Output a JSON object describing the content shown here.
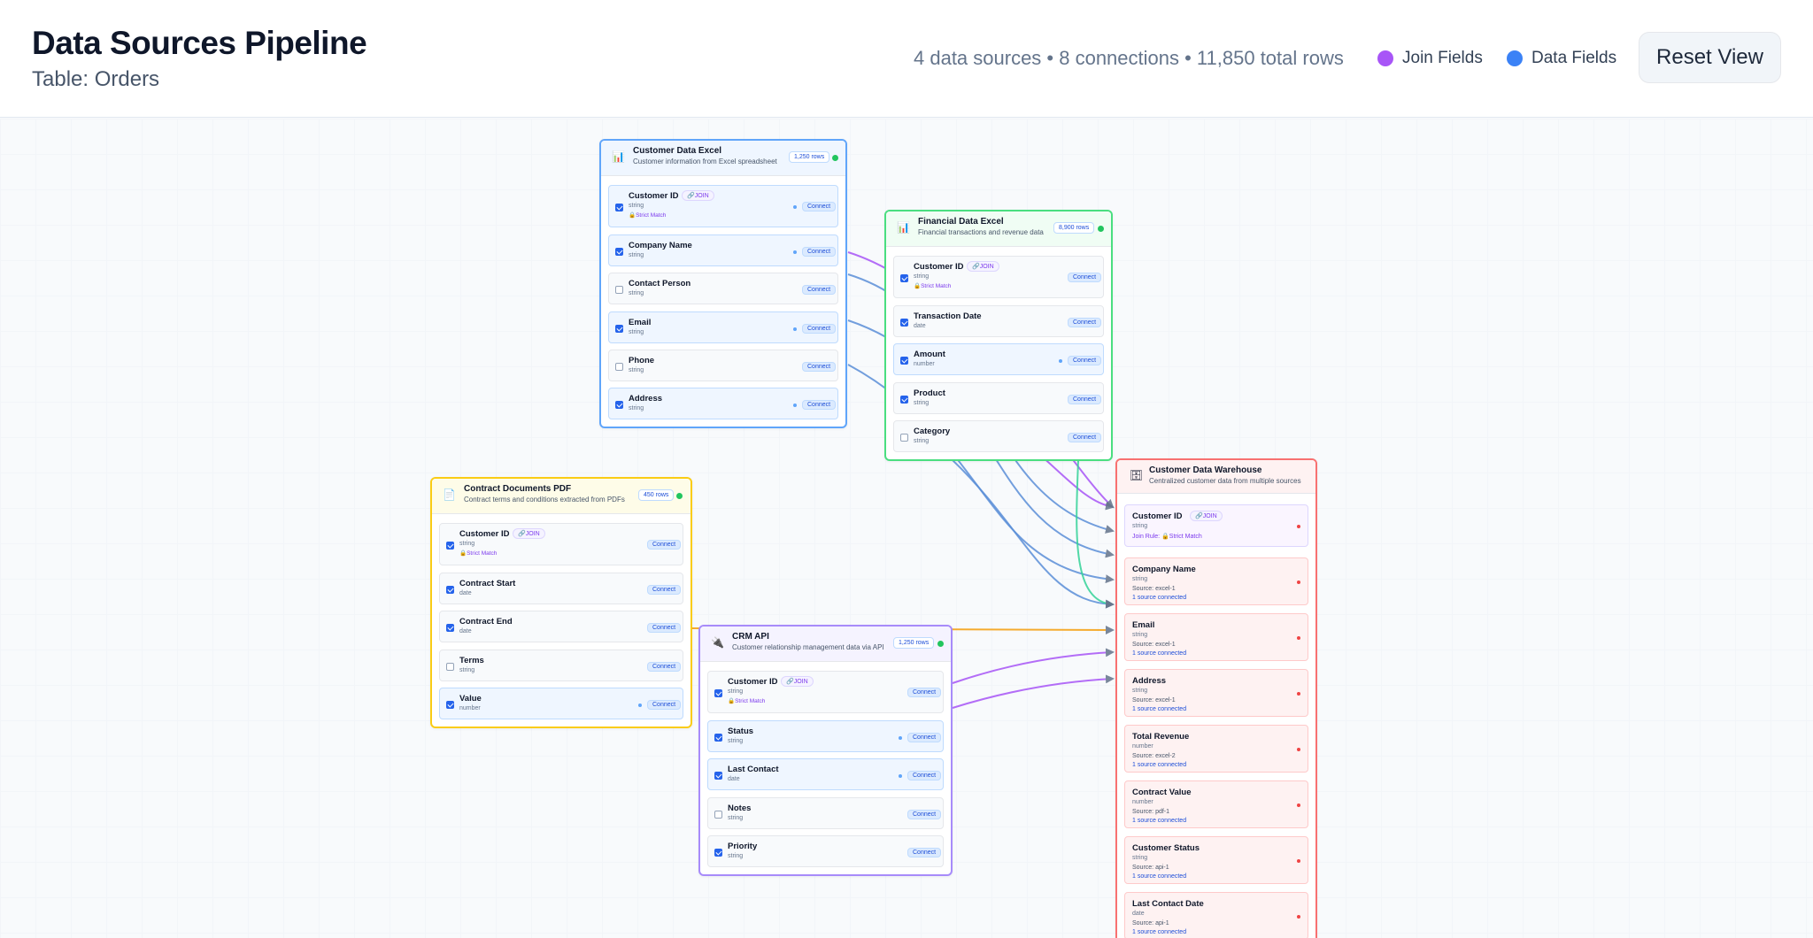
{
  "header": {
    "title": "Data Sources Pipeline",
    "subtitle": "Table: Orders",
    "stats": "4 data sources • 8 connections • 11,850 total rows",
    "legend": [
      {
        "label": "Join Fields",
        "color": "#a855f7"
      },
      {
        "label": "Data Fields",
        "color": "#3b82f6"
      }
    ],
    "reset_label": "Reset View"
  },
  "colors": {
    "join": "#a855f7",
    "data": "#3b82f6",
    "excel_border": "#60a5fa",
    "financial_border": "#4ade80",
    "pdf_border": "#facc15",
    "api_border": "#a78bfa",
    "warehouse_border": "#f87171"
  },
  "sources": {
    "excel1": {
      "icon": "bar-chart-icon",
      "name": "Customer Data Excel",
      "desc": "Customer information from Excel spreadsheet",
      "rows": "1,250 rows",
      "fields": [
        {
          "name": "Customer ID",
          "type": "string",
          "checked": true,
          "join": "🔗JOIN",
          "strict": "🔒Strict Match",
          "connected": true
        },
        {
          "name": "Company Name",
          "type": "string",
          "checked": true,
          "connected": true
        },
        {
          "name": "Contact Person",
          "type": "string",
          "checked": false,
          "connected": false
        },
        {
          "name": "Email",
          "type": "string",
          "checked": true,
          "connected": true
        },
        {
          "name": "Phone",
          "type": "string",
          "checked": false,
          "connected": false
        },
        {
          "name": "Address",
          "type": "string",
          "checked": true,
          "connected": true
        }
      ]
    },
    "excel2": {
      "icon": "bar-chart-icon",
      "name": "Financial Data Excel",
      "desc": "Financial transactions and revenue data",
      "rows": "8,900 rows",
      "fields": [
        {
          "name": "Customer ID",
          "type": "string",
          "checked": true,
          "join": "🔗JOIN",
          "strict": "🔒Strict Match",
          "connected": false
        },
        {
          "name": "Transaction Date",
          "type": "date",
          "checked": true,
          "connected": false
        },
        {
          "name": "Amount",
          "type": "number",
          "checked": true,
          "connected": true
        },
        {
          "name": "Product",
          "type": "string",
          "checked": true,
          "connected": false
        },
        {
          "name": "Category",
          "type": "string",
          "checked": false,
          "connected": false
        }
      ]
    },
    "pdf": {
      "icon": "document-icon",
      "name": "Contract Documents PDF",
      "desc": "Contract terms and conditions extracted from PDFs",
      "rows": "450 rows",
      "fields": [
        {
          "name": "Customer ID",
          "type": "string",
          "checked": true,
          "join": "🔗JOIN",
          "strict": "🔒Strict Match",
          "connected": false
        },
        {
          "name": "Contract Start",
          "type": "date",
          "checked": true,
          "connected": false
        },
        {
          "name": "Contract End",
          "type": "date",
          "checked": true,
          "connected": false
        },
        {
          "name": "Terms",
          "type": "string",
          "checked": false,
          "connected": false
        },
        {
          "name": "Value",
          "type": "number",
          "checked": true,
          "connected": true
        }
      ]
    },
    "api": {
      "icon": "plug-icon",
      "name": "CRM API",
      "desc": "Customer relationship management data via API",
      "rows": "1,250 rows",
      "fields": [
        {
          "name": "Customer ID",
          "type": "string",
          "checked": true,
          "join": "🔗JOIN",
          "strict": "🔒Strict Match",
          "connected": false
        },
        {
          "name": "Status",
          "type": "string",
          "checked": true,
          "connected": true
        },
        {
          "name": "Last Contact",
          "type": "date",
          "checked": true,
          "connected": true
        },
        {
          "name": "Notes",
          "type": "string",
          "checked": false,
          "connected": false
        },
        {
          "name": "Priority",
          "type": "string",
          "checked": true,
          "connected": false
        }
      ]
    }
  },
  "connect_label": "Connect",
  "warehouse": {
    "icon": "database-icon",
    "name": "Customer Data Warehouse",
    "desc": "Centralized customer data from multiple sources",
    "fields": [
      {
        "name": "Customer ID",
        "type": "string",
        "join": "🔗JOIN",
        "rule": "Join Rule: 🔒Strict Match"
      },
      {
        "name": "Company Name",
        "type": "string",
        "source": "Source: excel-1",
        "conn": "1 source connected"
      },
      {
        "name": "Email",
        "type": "string",
        "source": "Source: excel-1",
        "conn": "1 source connected"
      },
      {
        "name": "Address",
        "type": "string",
        "source": "Source: excel-1",
        "conn": "1 source connected"
      },
      {
        "name": "Total Revenue",
        "type": "number",
        "source": "Source: excel-2",
        "conn": "1 source connected"
      },
      {
        "name": "Contract Value",
        "type": "number",
        "source": "Source: pdf-1",
        "conn": "1 source connected"
      },
      {
        "name": "Customer Status",
        "type": "string",
        "source": "Source: api-1",
        "conn": "1 source connected"
      },
      {
        "name": "Last Contact Date",
        "type": "date",
        "source": "Source: api-1",
        "conn": "1 source connected"
      }
    ]
  }
}
